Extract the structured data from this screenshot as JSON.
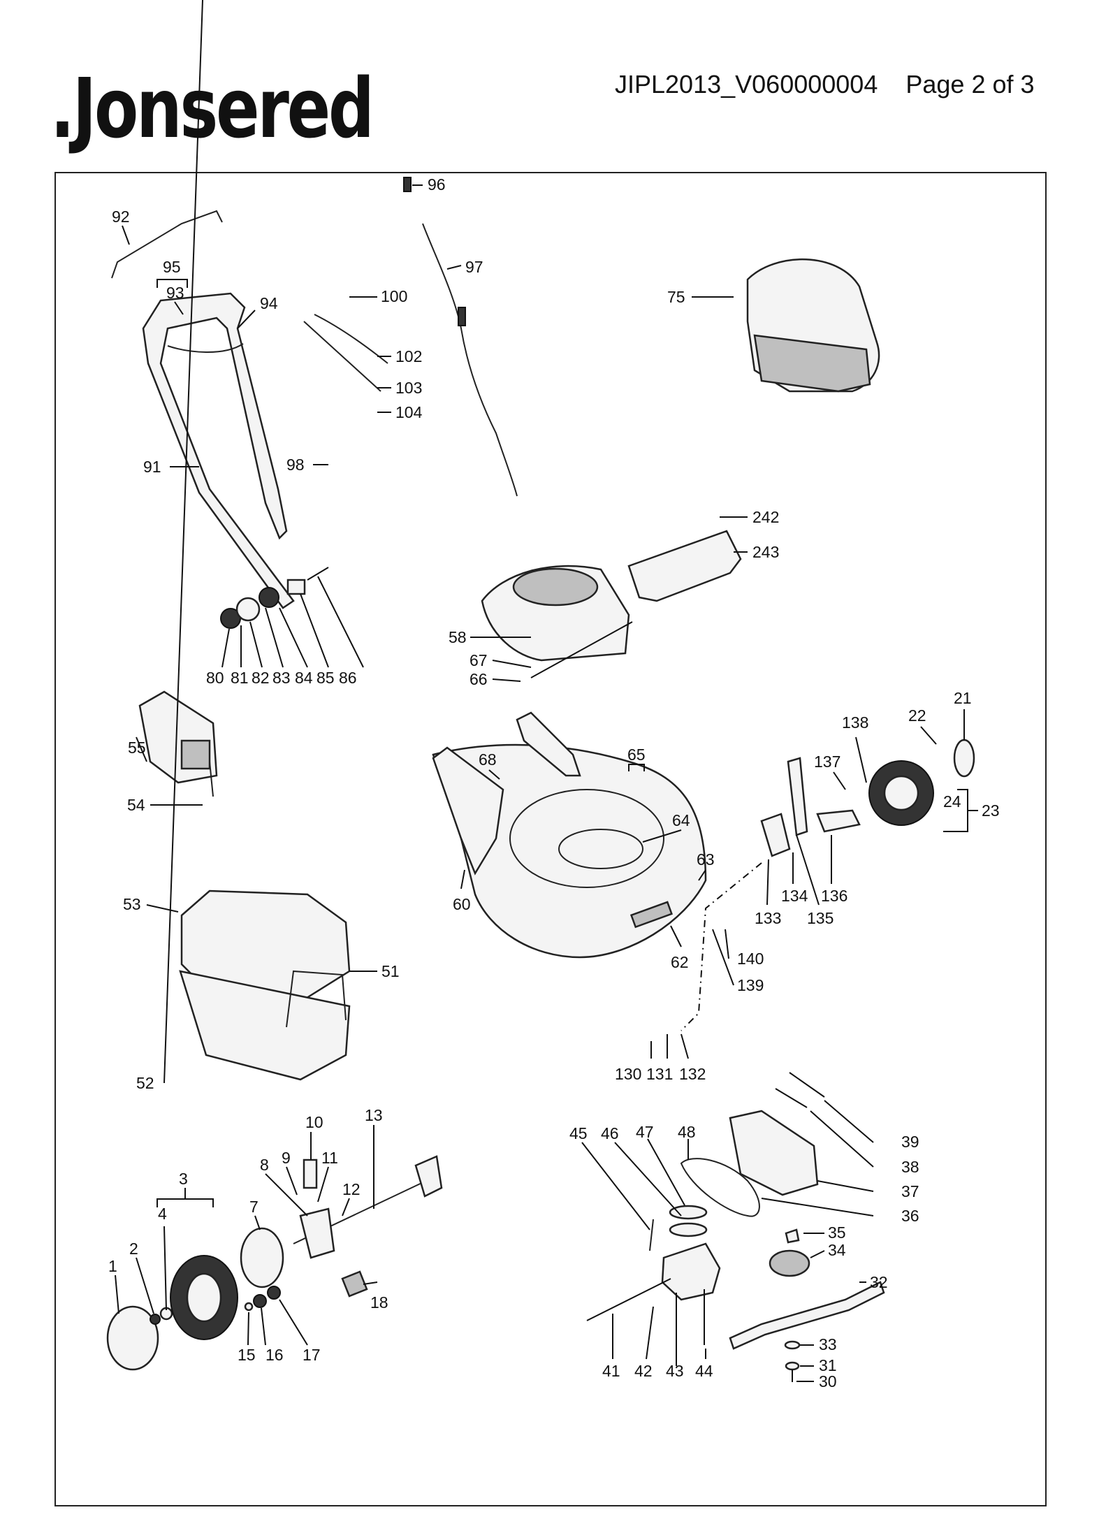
{
  "header": {
    "brand": ".Jonsered",
    "document_ref": "JIPL2013_V060000004",
    "page": "Page 2 of 3"
  },
  "callouts": [
    "96",
    "92",
    "97",
    "95",
    "93",
    "94",
    "100",
    "75",
    "102",
    "103",
    "104",
    "91",
    "98",
    "242",
    "243",
    "58",
    "67",
    "66",
    "80",
    "81",
    "82",
    "83",
    "84",
    "85",
    "86",
    "55",
    "54",
    "68",
    "65",
    "64",
    "63",
    "60",
    "62",
    "138",
    "137",
    "22",
    "21",
    "24",
    "23",
    "134",
    "133",
    "135",
    "136",
    "140",
    "139",
    "53",
    "51",
    "52",
    "130",
    "131",
    "132",
    "39",
    "38",
    "37",
    "36",
    "10",
    "13",
    "9",
    "11",
    "8",
    "12",
    "3",
    "4",
    "7",
    "2",
    "1",
    "18",
    "15",
    "16",
    "17",
    "45",
    "46",
    "47",
    "48",
    "35",
    "34",
    "32",
    "33",
    "31",
    "30",
    "41",
    "42",
    "43",
    "44"
  ],
  "colors": {
    "ink": "#111111",
    "frame": "#222222",
    "fill_light": "#f4f4f4",
    "fill_dark": "#bfbfbf"
  }
}
